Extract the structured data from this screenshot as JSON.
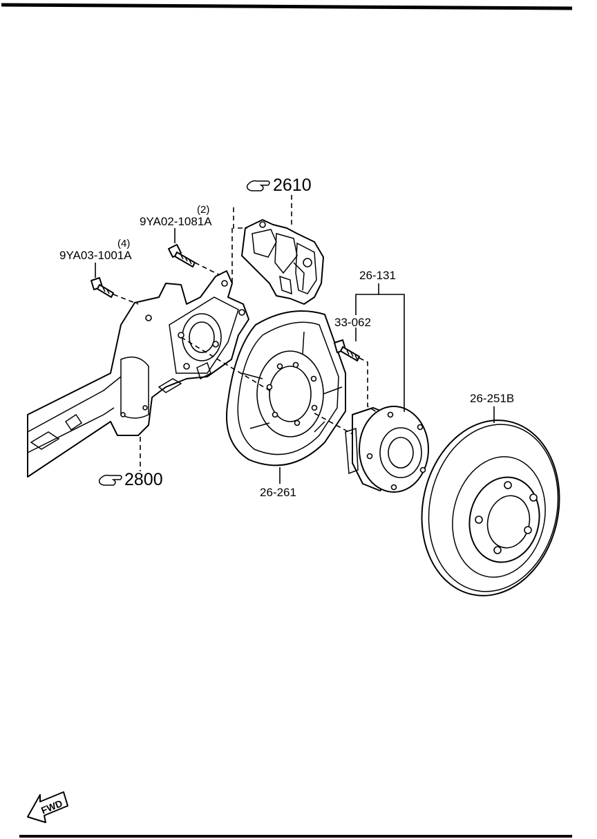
{
  "references": [
    {
      "id": "ref-2610",
      "text": "2610"
    },
    {
      "id": "ref-2800",
      "text": "2800"
    }
  ],
  "parts": {
    "bolt_9ya02": {
      "number": "9YA02-1081A",
      "qty": "(2)"
    },
    "bolt_9ya03": {
      "number": "9YA03-1001A",
      "qty": "(4)"
    },
    "hub_assembly": {
      "number": "26-131"
    },
    "hub_bolt": {
      "number": "33-062"
    },
    "brake_disc": {
      "number": "26-251B"
    },
    "dust_shield": {
      "number": "26-261"
    }
  },
  "direction_indicator": {
    "text": "FWD"
  }
}
